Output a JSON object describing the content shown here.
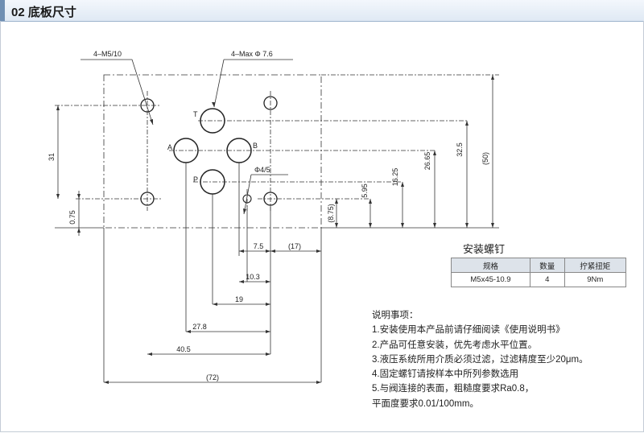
{
  "header": {
    "title": "02 底板尺寸"
  },
  "drawing": {
    "callout_m5": "4–M5/10",
    "callout_max_dia": "4–Max Φ 7.6",
    "callout_dia45": "Φ4/5",
    "port_t": "T",
    "port_a": "A",
    "port_b": "B",
    "port_p": "P",
    "dim_31": "31",
    "dim_075": "0.75",
    "dim_595": "5.95",
    "dim_1625": "16.25",
    "dim_2665": "26.65",
    "dim_325": "32.5",
    "dim_50": "(50)",
    "dim_875": "(8.75)",
    "dim_75": "7.5",
    "dim_17": "(17)",
    "dim_103": "10.3",
    "dim_19": "19",
    "dim_278": "27.8",
    "dim_405": "40.5",
    "dim_72": "(72)"
  },
  "screw": {
    "title": "安装螺钉",
    "headers": [
      "规格",
      "数量",
      "拧紧扭矩"
    ],
    "row": [
      "M5x45-10.9",
      "4",
      "9Nm"
    ]
  },
  "notes": [
    "说明事项：",
    "1.安装使用本产品前请仔细阅读《使用说明书》",
    "2.产品可任意安装，优先考虑水平位置。",
    "3.液压系统所用介质必须过滤，过滤精度至少20μm。",
    "4.固定螺钉请按样本中所列参数选用",
    "5.与阀连接的表面，粗糙度要求Ra0.8，",
    "   平面度要求0.01/100mm。"
  ]
}
